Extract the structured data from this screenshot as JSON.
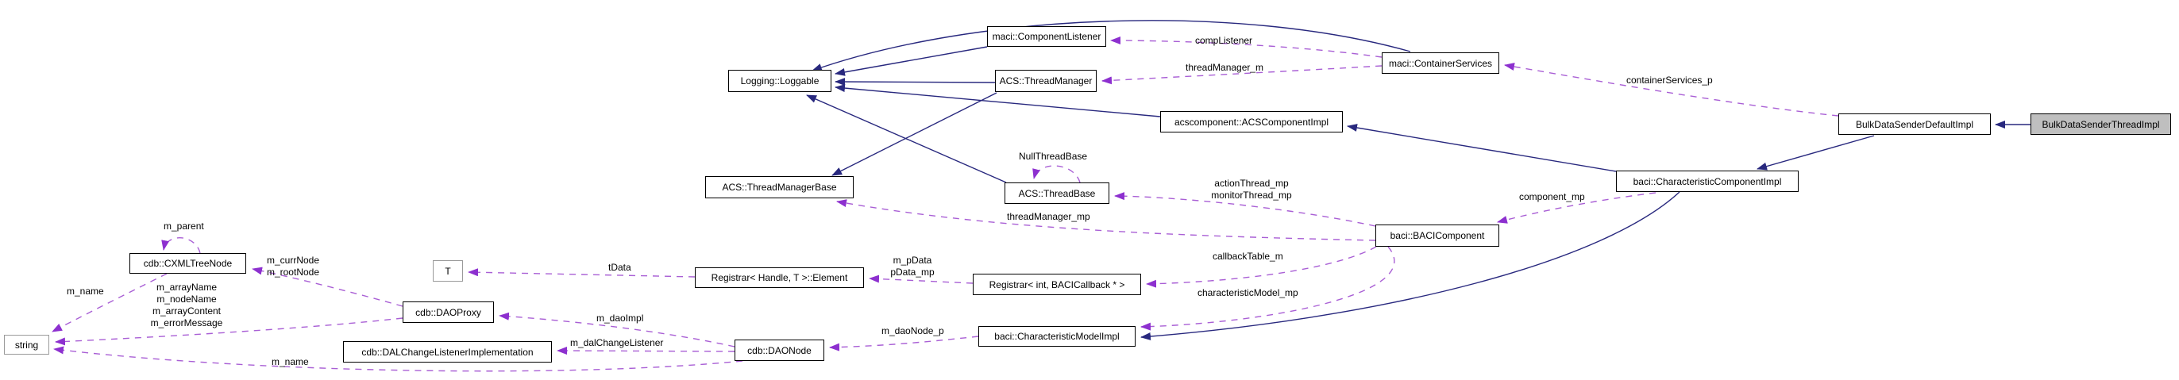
{
  "diagram": {
    "kind": "doxygen-collaboration-graph",
    "focus_node": "BulkDataSenderThreadImpl",
    "colors": {
      "inheritance_edge": "#28287e",
      "usage_edge": "#a95fd5",
      "usage_arrow": "#8d30cf",
      "focus_node_bg": "#bfbfbf",
      "node_border": "#000000",
      "external_node_border": "#9a9a9a",
      "background": "#ffffff"
    },
    "nodes": [
      {
        "id": "loggable",
        "label": "Logging::Loggable"
      },
      {
        "id": "complistener",
        "label": "maci::ComponentListener"
      },
      {
        "id": "threadmanager",
        "label": "ACS::ThreadManager"
      },
      {
        "id": "containerservices",
        "label": "maci::ContainerServices"
      },
      {
        "id": "acscomponentimpl",
        "label": "acscomponent::ACSComponentImpl"
      },
      {
        "id": "bulkdefault",
        "label": "BulkDataSenderDefaultImpl"
      },
      {
        "id": "bulkthread",
        "label": "BulkDataSenderThreadImpl"
      },
      {
        "id": "charcompimpl",
        "label": "baci::CharacteristicComponentImpl"
      },
      {
        "id": "threadmanagerbase",
        "label": "ACS::ThreadManagerBase"
      },
      {
        "id": "threadbase",
        "label": "ACS::ThreadBase"
      },
      {
        "id": "bacicomponent",
        "label": "baci::BACIComponent"
      },
      {
        "id": "registrarelement",
        "label": "Registrar< Handle, T >::Element"
      },
      {
        "id": "registrarint",
        "label": "Registrar< int, BACICallback * >"
      },
      {
        "id": "charmodelimpl",
        "label": "baci::CharacteristicModelImpl"
      },
      {
        "id": "daonode",
        "label": "cdb::DAONode"
      },
      {
        "id": "daoproxy",
        "label": "cdb::DAOProxy"
      },
      {
        "id": "dalimpl",
        "label": "cdb::DALChangeListenerImplementation"
      },
      {
        "id": "cxmltreenode",
        "label": "cdb::CXMLTreeNode"
      },
      {
        "id": "tbox",
        "label": "T"
      },
      {
        "id": "stringbox",
        "label": "string"
      }
    ],
    "edge_labels": {
      "comp_listener": "compListener",
      "thread_manager_m": "threadManager_m",
      "container_services_p": "containerServices_p",
      "null_thread_base": "NullThreadBase",
      "action_thread_mp": "actionThread_mp",
      "monitor_thread_mp": "monitorThread_mp",
      "thread_manager_mp": "threadManager_mp",
      "component_mp": "component_mp",
      "callback_table_m": "callbackTable_m",
      "characteristic_model_mp": "characteristicModel_mp",
      "m_pdata": "m_pData",
      "pdata_mp": "pData_mp",
      "tdata": "tData",
      "m_daonode_p": "m_daoNode_p",
      "m_daoimpl": "m_daoImpl",
      "m_dalchangelistener": "m_dalChangeListener",
      "m_currnode": "m_currNode",
      "m_rootnode": "m_rootNode",
      "m_parent": "m_parent",
      "m_name_cxml": "m_name",
      "m_arrayname": "m_arrayName",
      "m_nodename": "m_nodeName",
      "m_arraycontent": "m_arrayContent",
      "m_errormessage": "m_errorMessage",
      "m_name_daonode": "m_name"
    },
    "edges": [
      {
        "from": "maci::ComponentListener",
        "to": "Logging::Loggable",
        "kind": "inheritance"
      },
      {
        "from": "ACS::ThreadManager",
        "to": "Logging::Loggable",
        "kind": "inheritance"
      },
      {
        "from": "acscomponent::ACSComponentImpl",
        "to": "Logging::Loggable",
        "kind": "inheritance"
      },
      {
        "from": "maci::ContainerServices",
        "to": "Logging::Loggable",
        "kind": "inheritance"
      },
      {
        "from": "ACS::ThreadBase",
        "to": "Logging::Loggable",
        "kind": "inheritance"
      },
      {
        "from": "ACS::ThreadManager",
        "to": "ACS::ThreadManagerBase",
        "kind": "inheritance"
      },
      {
        "from": "BulkDataSenderThreadImpl",
        "to": "BulkDataSenderDefaultImpl",
        "kind": "inheritance"
      },
      {
        "from": "BulkDataSenderDefaultImpl",
        "to": "baci::CharacteristicComponentImpl",
        "kind": "inheritance"
      },
      {
        "from": "baci::CharacteristicComponentImpl",
        "to": "acscomponent::ACSComponentImpl",
        "kind": "inheritance"
      },
      {
        "from": "baci::CharacteristicComponentImpl",
        "to": "baci::CharacteristicModelImpl",
        "kind": "inheritance"
      },
      {
        "from": "maci::ContainerServices",
        "to": "maci::ComponentListener",
        "kind": "usage",
        "labels": [
          "compListener"
        ]
      },
      {
        "from": "maci::ContainerServices",
        "to": "ACS::ThreadManager",
        "kind": "usage",
        "labels": [
          "threadManager_m"
        ]
      },
      {
        "from": "BulkDataSenderDefaultImpl",
        "to": "maci::ContainerServices",
        "kind": "usage",
        "labels": [
          "containerServices_p"
        ]
      },
      {
        "from": "ACS::ThreadBase",
        "to": "ACS::ThreadBase",
        "kind": "usage",
        "labels": [
          "NullThreadBase"
        ]
      },
      {
        "from": "baci::BACIComponent",
        "to": "ACS::ThreadBase",
        "kind": "usage",
        "labels": [
          "actionThread_mp",
          "monitorThread_mp"
        ]
      },
      {
        "from": "baci::BACIComponent",
        "to": "ACS::ThreadManagerBase",
        "kind": "usage",
        "labels": [
          "threadManager_mp"
        ]
      },
      {
        "from": "baci::CharacteristicComponentImpl",
        "to": "baci::BACIComponent",
        "kind": "usage",
        "labels": [
          "component_mp"
        ]
      },
      {
        "from": "baci::BACIComponent",
        "to": "Registrar< int, BACICallback * >",
        "kind": "usage",
        "labels": [
          "callbackTable_m"
        ]
      },
      {
        "from": "baci::BACIComponent",
        "to": "baci::CharacteristicModelImpl",
        "kind": "usage",
        "labels": [
          "characteristicModel_mp"
        ]
      },
      {
        "from": "Registrar< int, BACICallback * >",
        "to": "Registrar< Handle, T >::Element",
        "kind": "usage",
        "labels": [
          "m_pData",
          "pData_mp"
        ]
      },
      {
        "from": "Registrar< Handle, T >::Element",
        "to": "T",
        "kind": "usage",
        "labels": [
          "tData"
        ]
      },
      {
        "from": "baci::CharacteristicModelImpl",
        "to": "cdb::DAONode",
        "kind": "usage",
        "labels": [
          "m_daoNode_p"
        ]
      },
      {
        "from": "cdb::DAONode",
        "to": "cdb::DAOProxy",
        "kind": "usage",
        "labels": [
          "m_daoImpl"
        ]
      },
      {
        "from": "cdb::DAONode",
        "to": "cdb::DALChangeListenerImplementation",
        "kind": "usage",
        "labels": [
          "m_dalChangeListener"
        ]
      },
      {
        "from": "cdb::DAOProxy",
        "to": "cdb::CXMLTreeNode",
        "kind": "usage",
        "labels": [
          "m_currNode",
          "m_rootNode"
        ]
      },
      {
        "from": "cdb::DAOProxy",
        "to": "string",
        "kind": "usage",
        "labels": [
          "m_arrayName",
          "m_nodeName",
          "m_arrayContent",
          "m_errorMessage"
        ]
      },
      {
        "from": "cdb::CXMLTreeNode",
        "to": "string",
        "kind": "usage",
        "labels": [
          "m_name"
        ]
      },
      {
        "from": "cdb::DAONode",
        "to": "string",
        "kind": "usage",
        "labels": [
          "m_name"
        ]
      },
      {
        "from": "cdb::CXMLTreeNode",
        "to": "cdb::CXMLTreeNode",
        "kind": "usage",
        "labels": [
          "m_parent"
        ]
      }
    ]
  }
}
